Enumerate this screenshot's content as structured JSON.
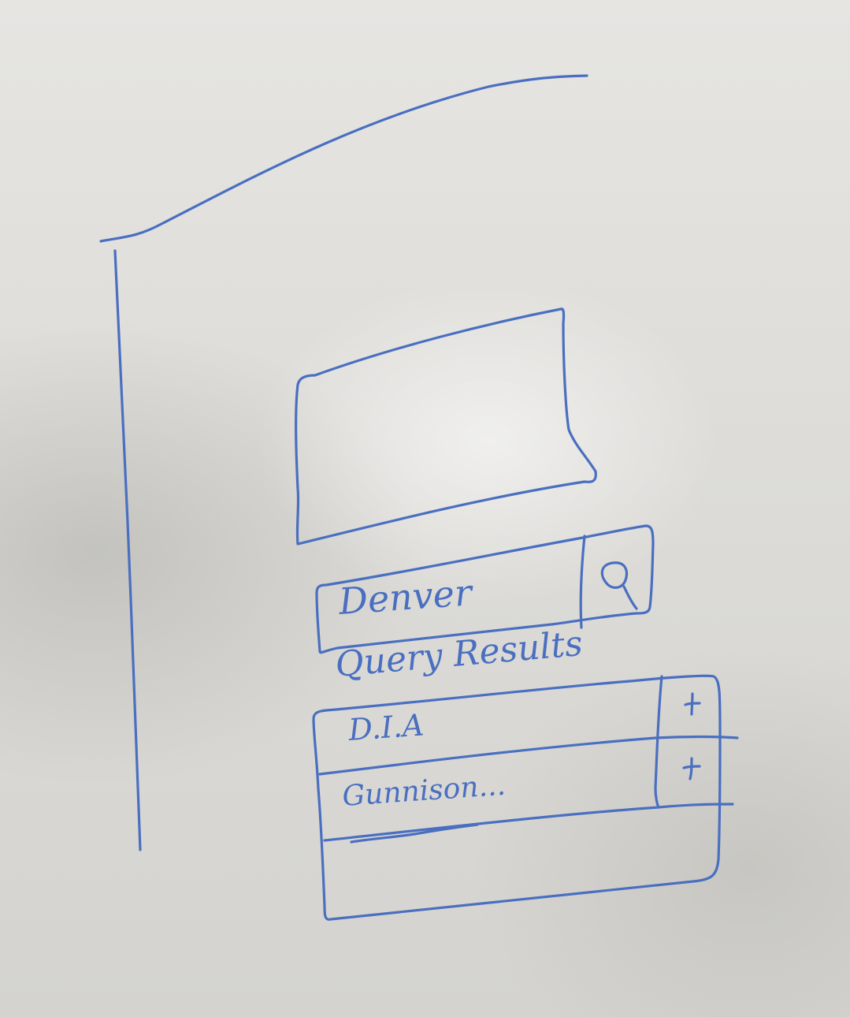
{
  "ink_color": "#4a6fc0",
  "search": {
    "value": "Denver",
    "button_icon": "search-icon"
  },
  "results": {
    "heading": "Query Results",
    "rows": [
      {
        "label": "D.I.A",
        "action_icon": "plus-icon"
      },
      {
        "label": "Gunnison...",
        "action_icon": "plus-icon"
      }
    ]
  }
}
